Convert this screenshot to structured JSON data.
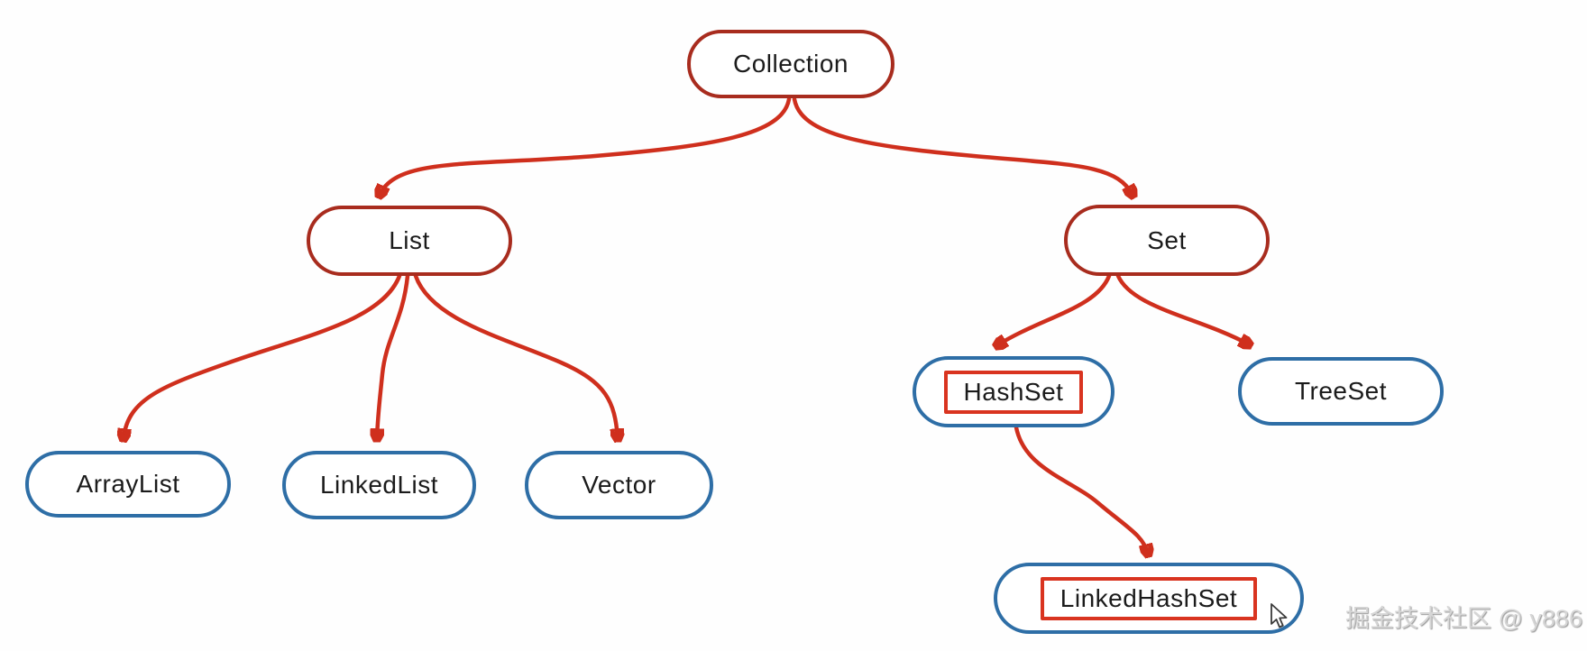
{
  "diagram": {
    "type": "tree",
    "subject": "Java Collection hierarchy",
    "nodes": {
      "collection": {
        "label": "Collection",
        "style": "red",
        "highlighted": false
      },
      "list": {
        "label": "List",
        "style": "red",
        "highlighted": false
      },
      "set": {
        "label": "Set",
        "style": "red",
        "highlighted": false
      },
      "arraylist": {
        "label": "ArrayList",
        "style": "blue",
        "highlighted": false
      },
      "linkedlist": {
        "label": "LinkedList",
        "style": "blue",
        "highlighted": false
      },
      "vector": {
        "label": "Vector",
        "style": "blue",
        "highlighted": false
      },
      "hashset": {
        "label": "HashSet",
        "style": "blue",
        "highlighted": true
      },
      "treeset": {
        "label": "TreeSet",
        "style": "blue",
        "highlighted": false
      },
      "linkedhashset": {
        "label": "LinkedHashSet",
        "style": "blue",
        "highlighted": true
      }
    },
    "edges": [
      {
        "from": "Collection",
        "to": "List"
      },
      {
        "from": "Collection",
        "to": "Set"
      },
      {
        "from": "List",
        "to": "ArrayList"
      },
      {
        "from": "List",
        "to": "LinkedList"
      },
      {
        "from": "List",
        "to": "Vector"
      },
      {
        "from": "Set",
        "to": "HashSet"
      },
      {
        "from": "Set",
        "to": "TreeSet"
      },
      {
        "from": "HashSet",
        "to": "LinkedHashSet"
      }
    ],
    "colors": {
      "interface_node_border": "#a82c1e",
      "class_node_border": "#2e6ea6",
      "arrow": "#cf2f1d",
      "highlight_box": "#d93420",
      "node_text": "#1b1b1b",
      "watermark_text": "#d6d6d6",
      "background": "#fefefe"
    }
  },
  "watermark": {
    "text": "掘金技术社区 @ y886"
  }
}
